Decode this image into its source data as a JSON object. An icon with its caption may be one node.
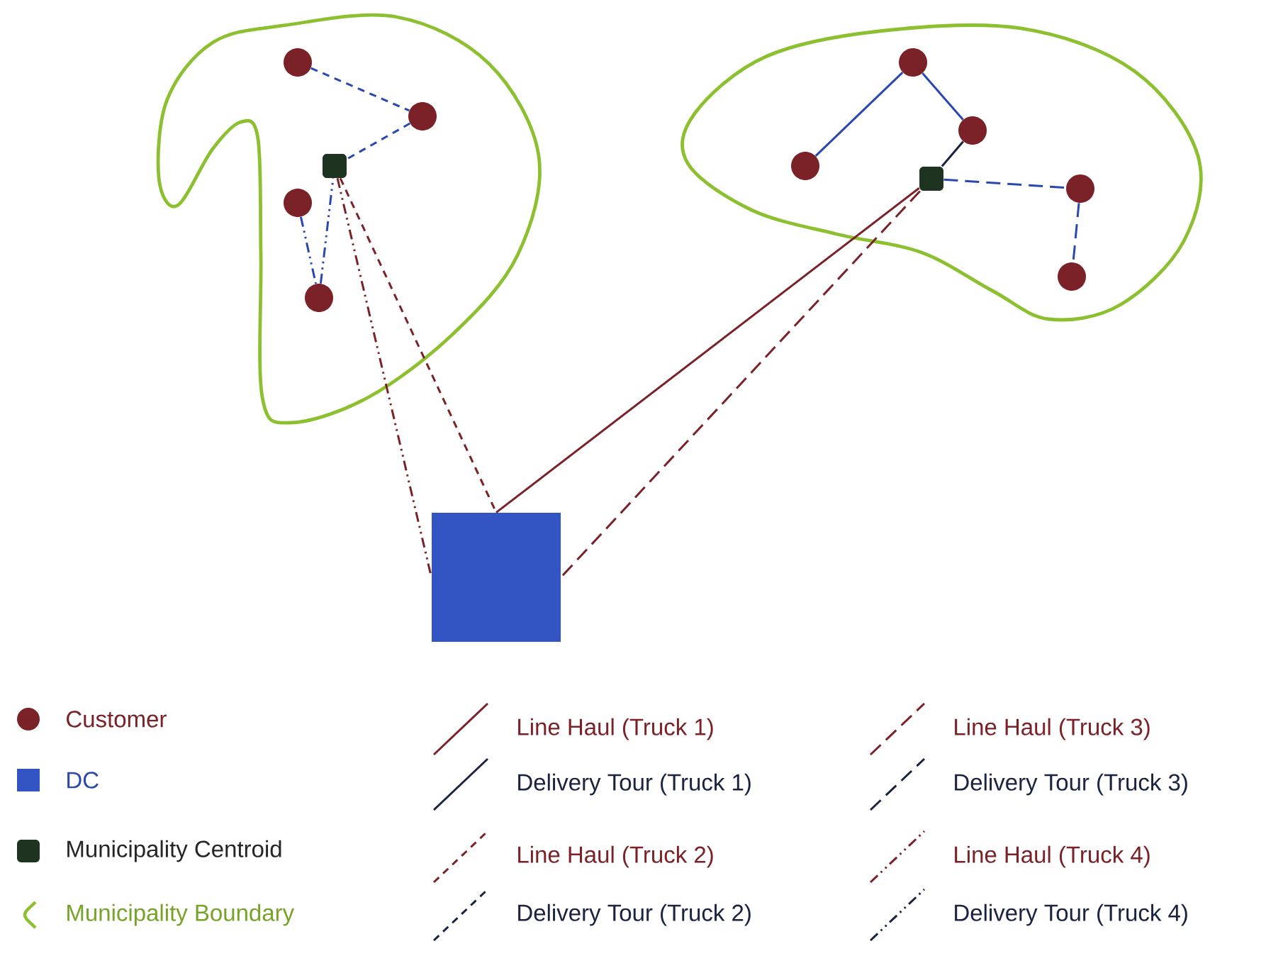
{
  "diagram": {
    "nodes": [
      {
        "text": [],
        "shape": "cloud"
      },
      {
        "text": [],
        "shape": "circle",
        "in": 0
      },
      {
        "text": [],
        "shape": "circle",
        "in": 0
      },
      {
        "text": [],
        "shape": "box",
        "in": 0
      },
      {
        "text": [],
        "shape": "circle",
        "in": 0
      },
      {
        "text": [],
        "shape": "circle",
        "in": 0
      },
      {
        "text": [],
        "shape": "cloud"
      },
      {
        "text": [],
        "shape": "circle",
        "in": 6
      },
      {
        "text": [],
        "shape": "circle",
        "in": 6
      },
      {
        "text": [],
        "shape": "circle",
        "in": 6
      },
      {
        "text": [],
        "shape": "box",
        "in": 6
      },
      {
        "text": [],
        "shape": "circle",
        "in": 6
      },
      {
        "text": [],
        "shape": "circle",
        "in": 6
      },
      {
        "text": [],
        "shape": "box"
      }
    ],
    "edges": [
      {
        "from": 1,
        "to": 2,
        "arrow": "none",
        "style": "dashed"
      },
      {
        "from": 2,
        "to": 3,
        "arrow": "none",
        "style": "dashed"
      },
      {
        "from": 4,
        "to": 5,
        "arrow": "none",
        "style": "dashed"
      },
      {
        "from": 5,
        "to": 3,
        "arrow": "none",
        "style": "dashed"
      },
      {
        "from": 3,
        "to": 13,
        "arrow": "none",
        "style": "dashed",
        "color": "#7a2228"
      },
      {
        "from": 3,
        "to": 13,
        "arrow": "none",
        "style": "dashed",
        "color": "#7a2228"
      },
      {
        "from": 8,
        "to": 7,
        "arrow": "none"
      },
      {
        "from": 7,
        "to": 9,
        "arrow": "none"
      },
      {
        "from": 9,
        "to": 10,
        "arrow": "none",
        "color": "#1c2340"
      },
      {
        "from": 10,
        "to": 11,
        "arrow": "none",
        "style": "dashed"
      },
      {
        "from": 11,
        "to": 12,
        "arrow": "none",
        "style": "dashed"
      },
      {
        "from": 10,
        "to": 13,
        "arrow": "none",
        "color": "#7a2228"
      },
      {
        "from": 10,
        "to": 13,
        "arrow": "none",
        "style": "dashed",
        "color": "#7a2228"
      }
    ],
    "legend": [
      {
        "text": "Customer"
      },
      {
        "text": "DC",
        "color": "#3355c4"
      },
      {
        "text": "Municipality Centroid",
        "color": "#1e3320"
      },
      {
        "text": "Municipality Boundary"
      },
      {
        "text": "Line Haul (Truck 1)"
      },
      {
        "text": "Delivery Tour (Truck 1)"
      },
      {
        "text": "Line Haul (Truck 2)"
      },
      {
        "text": "Delivery Tour (Truck 2)"
      },
      {
        "text": "Line Haul (Truck 3)"
      },
      {
        "text": "Delivery Tour (Truck 3)"
      },
      {
        "text": "Line Haul (Truck 4)"
      },
      {
        "text": "Delivery Tour (Truck 4)"
      }
    ]
  }
}
